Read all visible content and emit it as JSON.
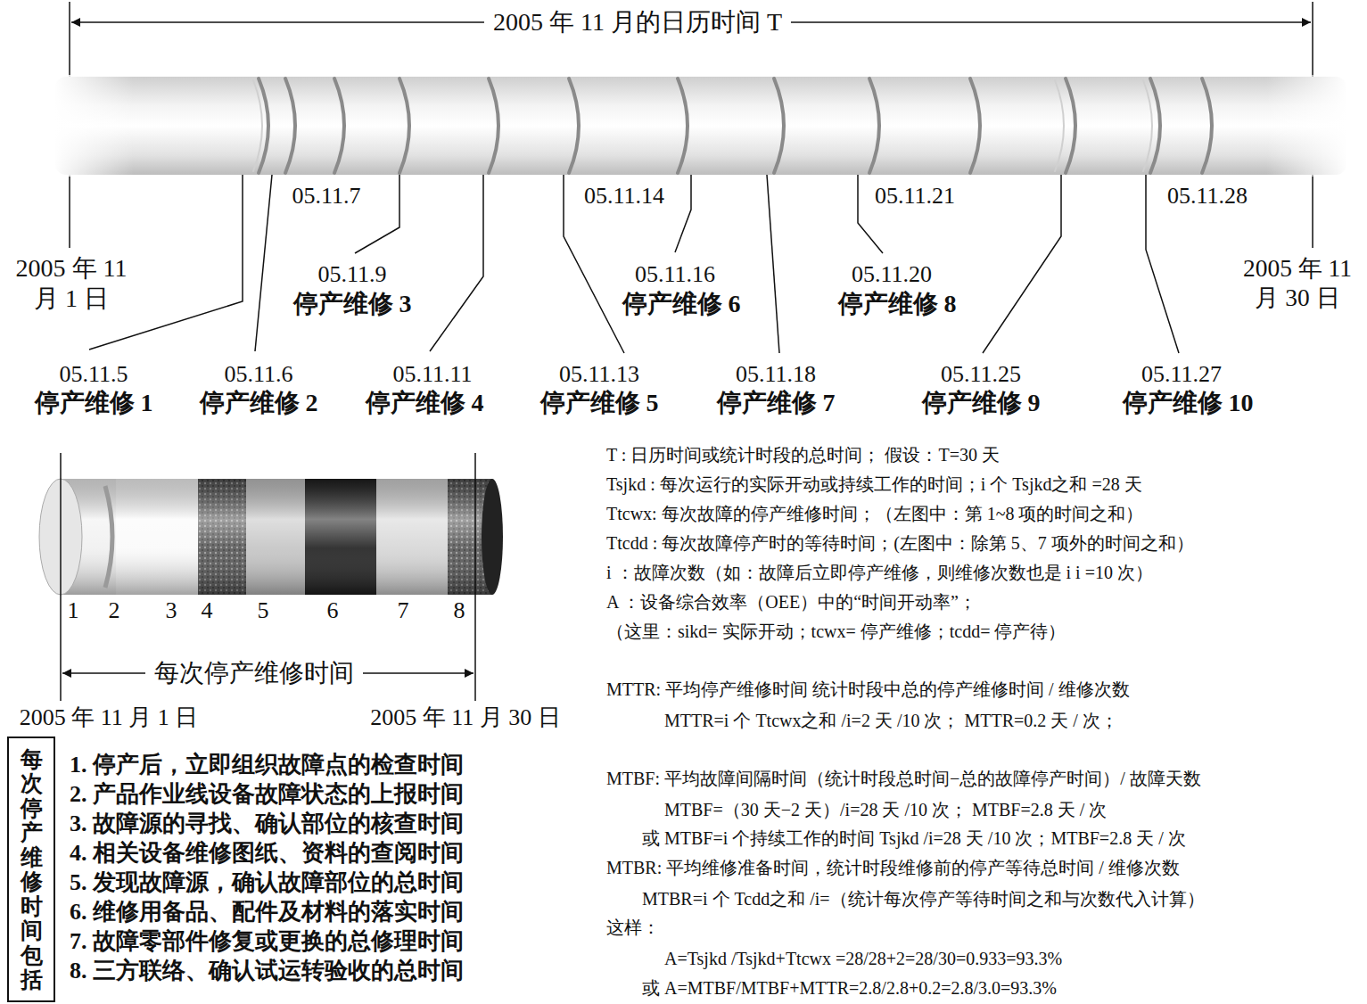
{
  "diagram": {
    "nodes": [
      {
        "text": [
          "每次停产维修时间包括"
        ]
      }
    ],
    "labels": [
      "2005 年 11 月的日历时间 T",
      "2005 年 11 月 1 日",
      "2005 年 11 月 30 日",
      "05.11.7",
      "05.11.14",
      "05.11.21",
      "05.11.28",
      "05.11.9",
      "停产维修 3",
      "05.11.16",
      "停产维修 6",
      "05.11.20",
      "停产维修 8",
      "05.11.5",
      "停产维修 1",
      "05.11.6",
      "停产维修 2",
      "05.11.11",
      "停产维修 4",
      "05.11.13",
      "停产维修 5",
      "05.11.18",
      "停产维修 7",
      "05.11.25",
      "停产维修 9",
      "05.11.27",
      "停产维修 10",
      "1",
      "2",
      "3",
      "4",
      "5",
      "6",
      "7",
      "8",
      "每次停产维修时间",
      "2005 年 11 月 1 日",
      "2005 年 11 月 30 日",
      "1. 停产后，立即组织故障点的检查时间",
      "2. 产品作业线设备故障状态的上报时间",
      "3. 故障源的寻找、确认部位的核查时间",
      "4. 相关设备维修图纸、资料的查阅时间",
      "5. 发现故障源，确认故障部位的总时间",
      "6. 维修用备品、配件及材料的落实时间",
      "7. 故障零部件修复或更换的总修理时间",
      "8. 三方联络、确认试运转验收的总时间",
      "T    : 日历时间或统计时段的总时间；      假设：T=30 天",
      "Tsjkd : 每次运行的实际开动或持续工作的时间；i 个 Tsjkd之和 =28 天",
      "Ttcwx: 每次故障的停产维修时间；（左图中：第 1~8 项的时间之和）",
      "Ttcdd : 每次故障停产时的等待时间；(左图中：除第 5、7 项外的时间之和）",
      "i     ：故障次数（如：故障后立即停产维修，则维修次数也是 i  i =10 次）",
      "A     ：设备综合效率（OEE）中的“时间开动率”；",
      "（这里：sikd= 实际开动；tcwx= 停产维修；tcdd= 停产待）",
      "MTTR: 平均停产维修时间 统计时段中总的停产维修时间 / 维修次数",
      "MTTR=i 个 Ttcwx之和 /i=2 天 /10 次；     MTTR=0.2 天 / 次；",
      "MTBF: 平均故障间隔时间（统计时段总时间−总的故障停产时间）/ 故障天数",
      "MTBF=（30 天−2 天）/i=28 天 /10 次；     MTBF=2.8 天 / 次",
      "或 MTBF=i 个持续工作的时间 Tsjkd /i=28 天 /10 次；MTBF=2.8 天 / 次",
      "MTBR: 平均维修准备时间，统计时段维修前的停产等待总时间 / 维修次数",
      "MTBR=i 个 Tcdd之和 /i=（统计每次停产等待时间之和与次数代入计算）",
      "这样：",
      "A=Tsjkd /Tsjkd+Ttcwx =28/28+2=28/30=0.933=93.3%",
      "或 A=MTBF/MTBF+MTTR=2.8/2.8+0.2=2.8/3.0=93.3%"
    ]
  }
}
